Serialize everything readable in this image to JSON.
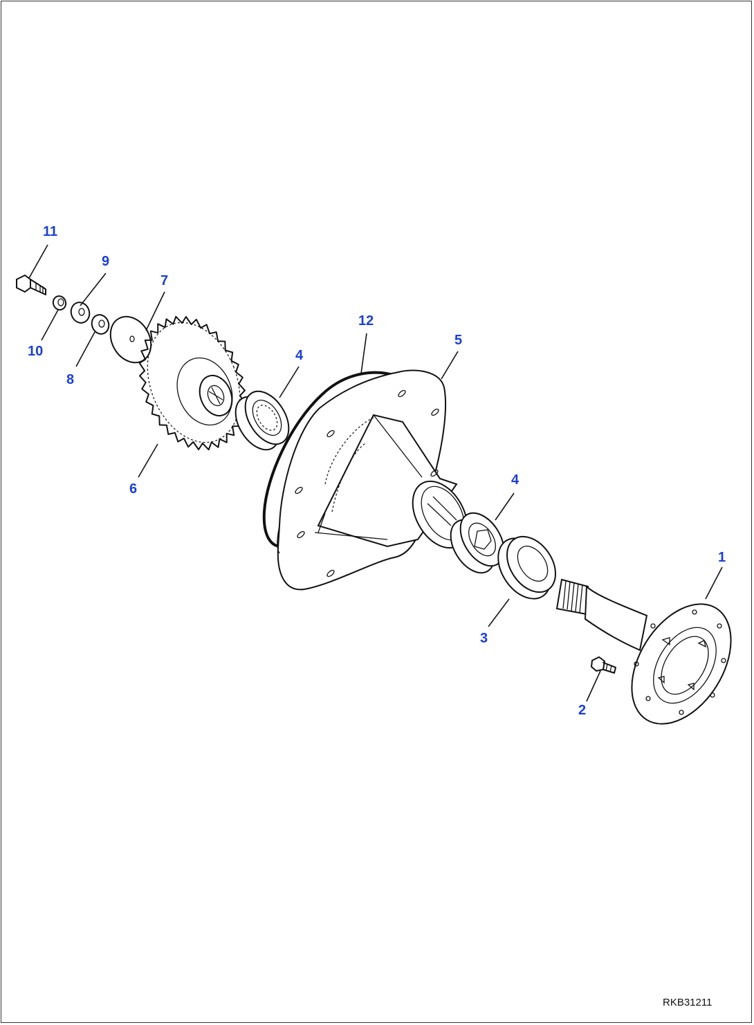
{
  "diagram": {
    "callouts": {
      "c1": "1",
      "c2": "2",
      "c3": "3",
      "c4a": "4",
      "c4b": "4",
      "c5": "5",
      "c6": "6",
      "c7": "7",
      "c8": "8",
      "c9": "9",
      "c10": "10",
      "c11": "11",
      "c12": "12"
    },
    "drawing_code": "RKB31211"
  },
  "colors": {
    "callout": "#1a3fd8",
    "line": "#111111",
    "background": "#ffffff"
  }
}
